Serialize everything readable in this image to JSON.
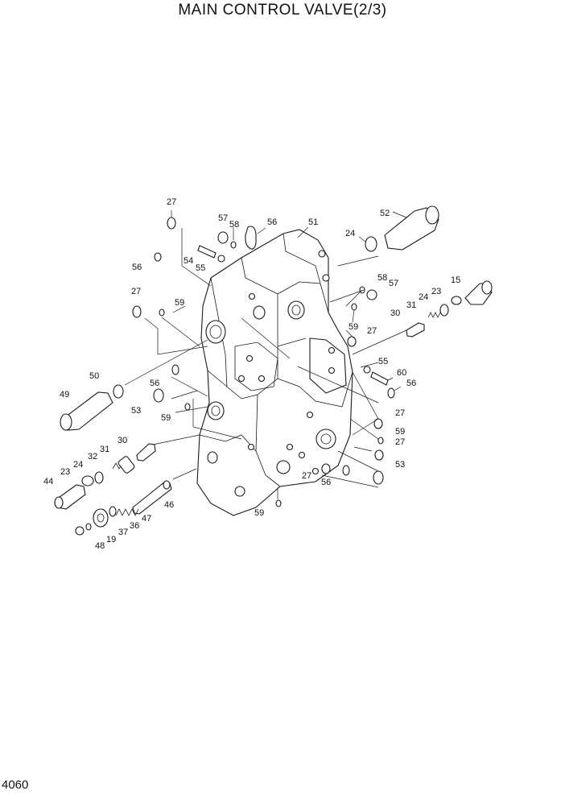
{
  "title": "MAIN CONTROL VALVE(2/3)",
  "page_number": "4060",
  "callouts": [
    "27",
    "57",
    "58",
    "56",
    "51",
    "52",
    "24",
    "54",
    "55",
    "56",
    "15",
    "58",
    "57",
    "27",
    "59",
    "23",
    "24",
    "31",
    "30",
    "59",
    "27",
    "50",
    "49",
    "56",
    "55",
    "60",
    "56",
    "53",
    "59",
    "27",
    "59",
    "27",
    "30",
    "32",
    "31",
    "24",
    "23",
    "44",
    "53",
    "27",
    "56",
    "46",
    "59",
    "47",
    "36",
    "37",
    "19",
    "48"
  ]
}
